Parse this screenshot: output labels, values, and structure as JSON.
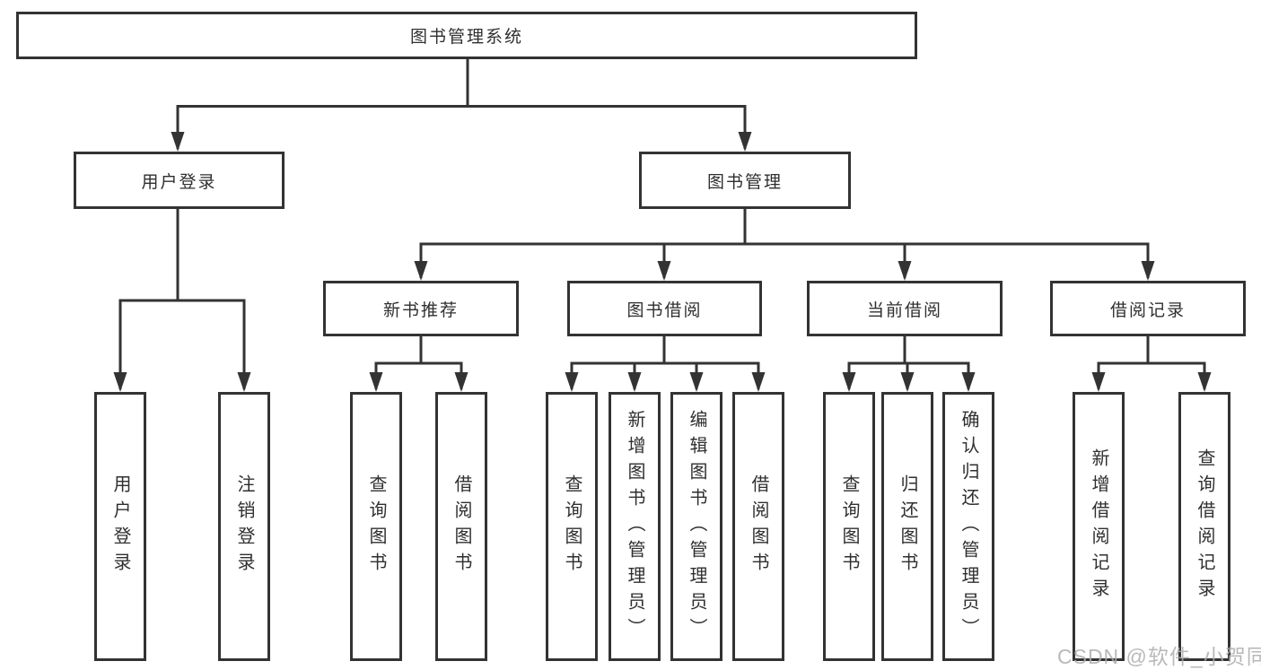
{
  "diagram": {
    "root": {
      "label": "图书管理系统"
    },
    "level2": {
      "user_login": {
        "label": "用户登录"
      },
      "book_mgmt": {
        "label": "图书管理"
      }
    },
    "level3": {
      "new_books": {
        "label": "新书推荐"
      },
      "borrowing": {
        "label": "图书借阅"
      },
      "current": {
        "label": "当前借阅"
      },
      "records": {
        "label": "借阅记录"
      }
    },
    "leaves": {
      "user_login": {
        "label": "用户登录"
      },
      "logout": {
        "label": "注销登录"
      },
      "nb_query_books": {
        "label": "查询图书"
      },
      "nb_borrow_books": {
        "label": "借阅图书"
      },
      "bb_query_books": {
        "label": "查询图书"
      },
      "bb_add_book_admin": {
        "label": "新增图书（管理员）"
      },
      "bb_edit_book_admin": {
        "label": "编辑图书（管理员）"
      },
      "bb_borrow_books": {
        "label": "借阅图书"
      },
      "cb_query_books": {
        "label": "查询图书"
      },
      "cb_return_book": {
        "label": "归还图书"
      },
      "cb_confirm_return_admin": {
        "label": "确认归还（管理员）"
      },
      "rec_add_record": {
        "label": "新增借阅记录"
      },
      "rec_query_record": {
        "label": "查询借阅记录"
      }
    },
    "watermark": "CSDN @软件_小贺同学",
    "colors": {
      "line": "#333333",
      "text": "#2f2f2f",
      "background": "#ffffff",
      "watermark": "#adadad"
    }
  }
}
